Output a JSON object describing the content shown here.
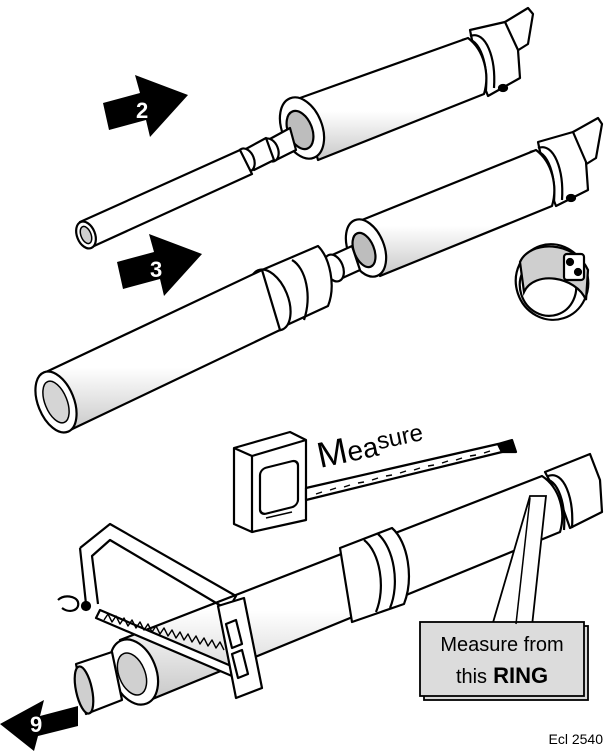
{
  "steps": {
    "step_2": "2",
    "step_3": "3",
    "step_9": "9"
  },
  "measure": {
    "title_cap": "M",
    "title_low1": "ea",
    "title_low2": "sure",
    "callout_line1": "Measure from",
    "callout_line2_plain": "this",
    "callout_line2_bold": "RING"
  },
  "figure_ref": "Ecl 2540",
  "colors": {
    "ink": "#000000",
    "paper": "#ffffff",
    "shade": "#bfbfbf",
    "callout_fill": "#dcdcdc"
  }
}
